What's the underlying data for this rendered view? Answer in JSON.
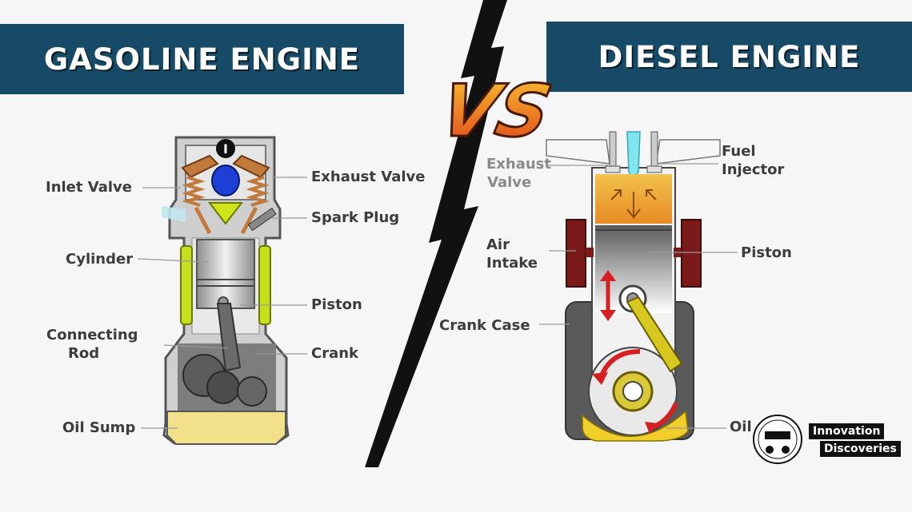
{
  "header": {
    "left_title": "GASOLINE ENGINE",
    "right_title": "DIESEL ENGINE",
    "versus": "VS"
  },
  "gasoline": {
    "top_marker": "I",
    "labels": {
      "inlet_valve": "Inlet Valve",
      "exhaust_valve": "Exhaust Valve",
      "spark_plug": "Spark Plug",
      "cylinder": "Cylinder",
      "piston": "Piston",
      "connecting_rod_1": "Connecting",
      "connecting_rod_2": "Rod",
      "crank": "Crank",
      "oil_sump": "Oil Sump"
    }
  },
  "diesel": {
    "labels": {
      "exhaust_valve_1": "Exhaust",
      "exhaust_valve_2": "Valve",
      "fuel_injector_1": "Fuel",
      "fuel_injector_2": "Injector",
      "air_intake_1": "Air",
      "air_intake_2": "Intake",
      "piston": "Piston",
      "crank_case": "Crank Case",
      "oil": "Oil"
    }
  },
  "brand": {
    "line1": "Innovation",
    "line2": "Discoveries"
  },
  "colors": {
    "banner": "#174a66",
    "vs_orange": "#e85a1b",
    "cylinder_wall_green": "#c6e01f",
    "oil_yellow": "#f2e08a",
    "chamber_orange": "#f0a43a",
    "arrow_red": "#d42020"
  }
}
